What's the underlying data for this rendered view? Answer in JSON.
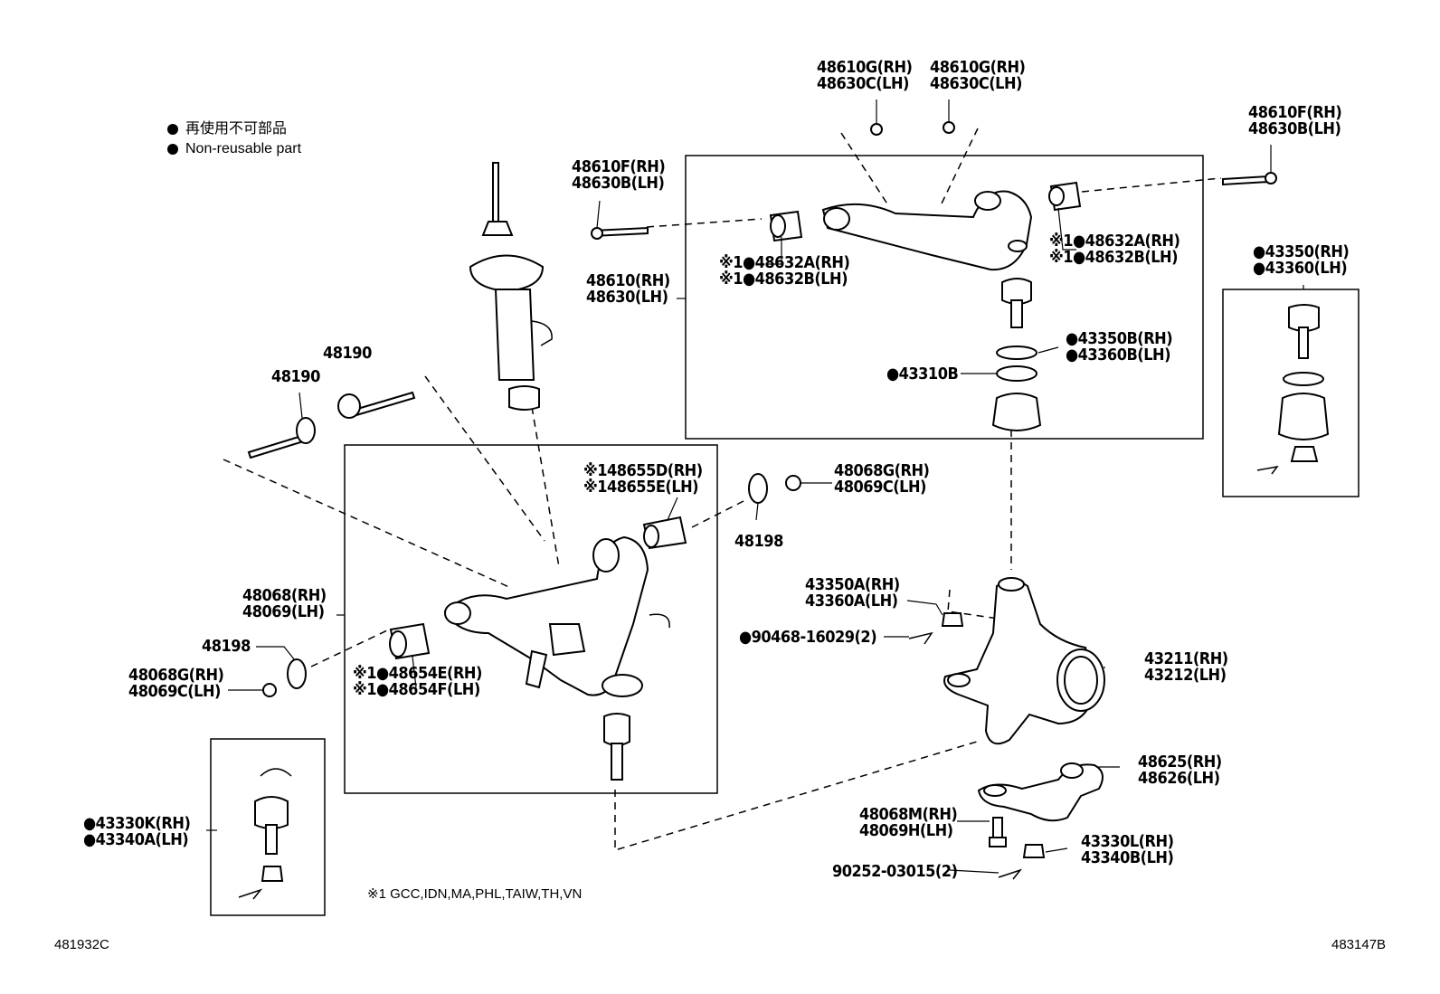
{
  "legend": {
    "jp": "再使用不可部品",
    "en": "Non-reusable part"
  },
  "labels": {
    "upper_nut": {
      "a": "48610G(RH)",
      "b": "48630C(LH)"
    },
    "upper_nut2": {
      "a": "48610G(RH)",
      "b": "48630C(LH)"
    },
    "upper_bolt_right": {
      "a": "48610F(RH)",
      "b": "48630B(LH)"
    },
    "upper_bolt_left": {
      "a": "48610F(RH)",
      "b": "48630B(LH)"
    },
    "upper_bush_left": {
      "a": "※1●48632A(RH)",
      "b": "※1●48632B(LH)"
    },
    "upper_bush_right": {
      "a": "※1●48632A(RH)",
      "b": "※1●48632B(LH)"
    },
    "upper_arm": {
      "a": "48610(RH)",
      "b": "48630(LH)"
    },
    "upper_balljoint": {
      "a": "●43350B(RH)",
      "b": "●43360B(LH)"
    },
    "upper_boot": {
      "a": "●43310B"
    },
    "balljoint_kit": {
      "a": "●43350(RH)",
      "b": "●43360(LH)"
    },
    "cam_bolt_1": {
      "a": "48190"
    },
    "cam_bolt_2": {
      "a": "48190"
    },
    "lower_bush_upper": {
      "a": "※148655D(RH)",
      "b": "※148655E(LH)"
    },
    "nut_top": {
      "a": "48068G(RH)",
      "b": "48069C(LH)"
    },
    "washer_top": {
      "a": "48198"
    },
    "lower_arm": {
      "a": "48068(RH)",
      "b": "48069(LH)"
    },
    "washer_left": {
      "a": "48198"
    },
    "nut_left": {
      "a": "48068G(RH)",
      "b": "48069C(LH)"
    },
    "lower_bush_lower": {
      "a": "※1●48654E(RH)",
      "b": "※1●48654F(LH)"
    },
    "knuckle_nut": {
      "a": "43350A(RH)",
      "b": "43360A(LH)"
    },
    "cotter_pin_1": {
      "a": "●90468-16029(2)"
    },
    "knuckle": {
      "a": "43211(RH)",
      "b": "43212(LH)"
    },
    "lower_balljoint": {
      "a": "●43330K(RH)",
      "b": "●43340A(LH)"
    },
    "arm_bracket": {
      "a": "48625(RH)",
      "b": "48626(LH)"
    },
    "bracket_bolt": {
      "a": "48068M(RH)",
      "b": "48069H(LH)"
    },
    "bracket_nut": {
      "a": "43330L(RH)",
      "b": "43340B(LH)"
    },
    "cotter_pin_2": {
      "a": "90252-03015(2)"
    }
  },
  "footnote": "※1 GCC,IDN,MA,PHL,TAIW,TH,VN",
  "codes": {
    "left": "481932C",
    "right": "483147B"
  }
}
